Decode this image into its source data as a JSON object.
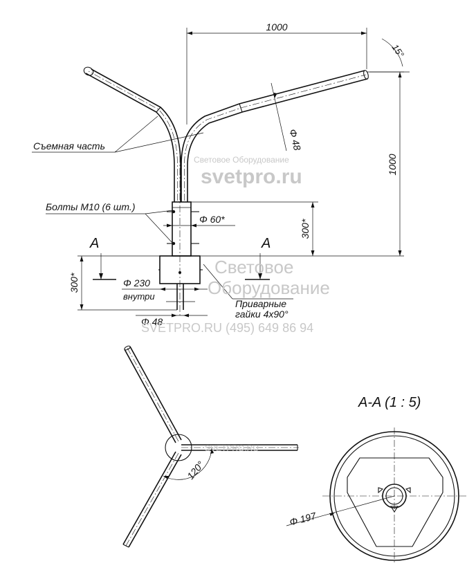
{
  "dimensions": {
    "span": "1000",
    "height": "1000",
    "angle": "15°",
    "arm_diameter": "Φ 48",
    "socket_diameter": "Φ 60*",
    "socket_height": "300*",
    "base_height": "300*",
    "base_diameter": "Φ 230",
    "base_inside": "внутри",
    "pipe_diameter": "Φ 48",
    "plan_angle": "120°",
    "section_diameter": "Φ 197"
  },
  "labels": {
    "removable_part": "Съемная часть",
    "bolts": "Болты М10 (6 шт.)",
    "nuts_line1": "Приварные",
    "nuts_line2": "гайки 4х90°",
    "section_mark_left": "A",
    "section_mark_right": "A",
    "section_title": "A-A (1 : 5)"
  },
  "watermarks": {
    "brand_small": "Световое Оборудование",
    "site": "svetpro.ru",
    "brand_line1": "Световое",
    "brand_line2": "Оборудование",
    "contact": "SVETPRO.RU (495) 649 86 94",
    "plan_mark": "SVETPRO.RU"
  },
  "colors": {
    "line": "#111111",
    "watermark": "#c8c8c8"
  }
}
